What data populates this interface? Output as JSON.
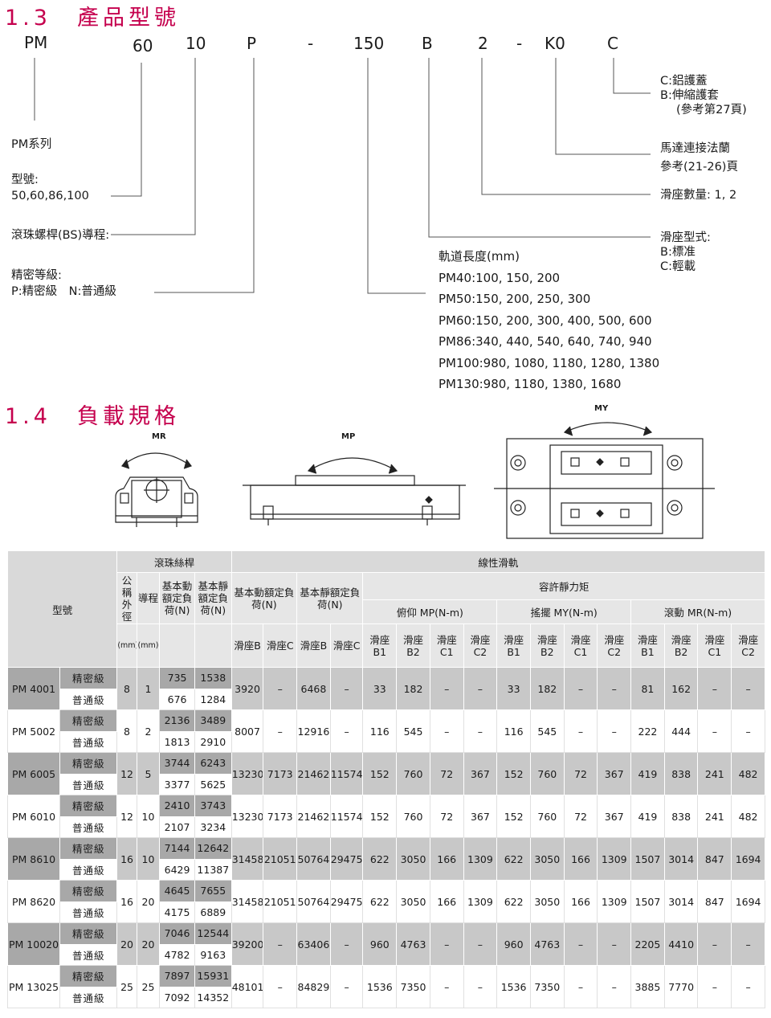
{
  "sec13": {
    "title": "1.3　產品型號"
  },
  "model_code": {
    "parts": [
      "PM",
      "60",
      "10",
      "P",
      "-",
      "150",
      "B",
      "2",
      "-",
      "K0",
      "C"
    ]
  },
  "left_labels": {
    "series": "PM系列",
    "model_a": "型號:",
    "model_b": "50,60,86,100",
    "lead": "滾珠螺桿(BS)導程:",
    "precision_a": "精密等級:",
    "precision_b": "P:精密級　N:普通級"
  },
  "right_labels": {
    "cover_1": "C:鋁護蓋",
    "cover_2": "B:伸縮護套",
    "cover_3": "(參考第27頁)",
    "motor_1": "馬達連接法蘭",
    "motor_2": "參考(21-26)頁",
    "qty": "滑座數量: 1, 2",
    "type_1": "滑座型式:",
    "type_2": "B:標准",
    "type_3": "C:輕載"
  },
  "rail_length": {
    "title": "軌道長度(mm)",
    "rows": [
      "PM40:100, 150, 200",
      "PM50:150, 200, 250, 300",
      "PM60:150, 200, 300, 400, 500, 600",
      "PM86:340, 440, 540, 640, 740, 940",
      "PM100:980, 1080, 1180, 1280, 1380",
      "PM130:980, 1180, 1380, 1680"
    ]
  },
  "sec14": {
    "title": "1.4　負載規格"
  },
  "diagrams": {
    "mr": "MR",
    "mp": "MP",
    "my": "MY"
  },
  "table": {
    "model": "型號",
    "ballscrew": "滾珠絲桿",
    "linear": "線性滑軌",
    "nominal_dia": "公稱外徑",
    "lead": "導程",
    "mm": "(mm)",
    "dyn": "基本動額定負荷(N)",
    "stat": "基本靜額定負荷(N)",
    "lin_dyn": "基本動額定負荷(N)",
    "lin_stat": "基本靜額定負荷(N)",
    "moment": "容許靜力矩",
    "mp": "俯仰 MP(N-m)",
    "my": "搖擺 MY(N-m)",
    "mr": "滾動 MR(N-m)",
    "slide_b": "滑座B",
    "slide_c": "滑座C",
    "slide_b1": "滑座B1",
    "slide_b2": "滑座B2",
    "slide_c1": "滑座C1",
    "slide_c2": "滑座C2",
    "grade_p": "精密級",
    "grade_n": "普通級",
    "rows": [
      {
        "model": "PM 4001",
        "dia": "8",
        "lead": "1",
        "dyn_p": "735",
        "stat_p": "1538",
        "dyn_n": "676",
        "stat_n": "1284",
        "ld_b": "3920",
        "ld_c": "–",
        "ls_b": "6468",
        "ls_c": "–",
        "mp": [
          "33",
          "182",
          "–",
          "–"
        ],
        "my": [
          "33",
          "182",
          "–",
          "–"
        ],
        "mr": [
          "81",
          "162",
          "–",
          "–"
        ]
      },
      {
        "model": "PM 5002",
        "dia": "8",
        "lead": "2",
        "dyn_p": "2136",
        "stat_p": "3489",
        "dyn_n": "1813",
        "stat_n": "2910",
        "ld_b": "8007",
        "ld_c": "–",
        "ls_b": "12916",
        "ls_c": "–",
        "mp": [
          "116",
          "545",
          "–",
          "–"
        ],
        "my": [
          "116",
          "545",
          "–",
          "–"
        ],
        "mr": [
          "222",
          "444",
          "–",
          "–"
        ]
      },
      {
        "model": "PM 6005",
        "dia": "12",
        "lead": "5",
        "dyn_p": "3744",
        "stat_p": "6243",
        "dyn_n": "3377",
        "stat_n": "5625",
        "ld_b": "13230",
        "ld_c": "7173",
        "ls_b": "21462",
        "ls_c": "11574",
        "mp": [
          "152",
          "760",
          "72",
          "367"
        ],
        "my": [
          "152",
          "760",
          "72",
          "367"
        ],
        "mr": [
          "419",
          "838",
          "241",
          "482"
        ]
      },
      {
        "model": "PM 6010",
        "dia": "12",
        "lead": "10",
        "dyn_p": "2410",
        "stat_p": "3743",
        "dyn_n": "2107",
        "stat_n": "3234",
        "ld_b": "13230",
        "ld_c": "7173",
        "ls_b": "21462",
        "ls_c": "11574",
        "mp": [
          "152",
          "760",
          "72",
          "367"
        ],
        "my": [
          "152",
          "760",
          "72",
          "367"
        ],
        "mr": [
          "419",
          "838",
          "241",
          "482"
        ]
      },
      {
        "model": "PM 8610",
        "dia": "16",
        "lead": "10",
        "dyn_p": "7144",
        "stat_p": "12642",
        "dyn_n": "6429",
        "stat_n": "11387",
        "ld_b": "31458",
        "ld_c": "21051",
        "ls_b": "50764",
        "ls_c": "29475",
        "mp": [
          "622",
          "3050",
          "166",
          "1309"
        ],
        "my": [
          "622",
          "3050",
          "166",
          "1309"
        ],
        "mr": [
          "1507",
          "3014",
          "847",
          "1694"
        ]
      },
      {
        "model": "PM 8620",
        "dia": "16",
        "lead": "20",
        "dyn_p": "4645",
        "stat_p": "7655",
        "dyn_n": "4175",
        "stat_n": "6889",
        "ld_b": "31458",
        "ld_c": "21051",
        "ls_b": "50764",
        "ls_c": "29475",
        "mp": [
          "622",
          "3050",
          "166",
          "1309"
        ],
        "my": [
          "622",
          "3050",
          "166",
          "1309"
        ],
        "mr": [
          "1507",
          "3014",
          "847",
          "1694"
        ]
      },
      {
        "model": "PM 10020",
        "dia": "20",
        "lead": "20",
        "dyn_p": "7046",
        "stat_p": "12544",
        "dyn_n": "4782",
        "stat_n": "9163",
        "ld_b": "39200",
        "ld_c": "–",
        "ls_b": "63406",
        "ls_c": "–",
        "mp": [
          "960",
          "4763",
          "–",
          "–"
        ],
        "my": [
          "960",
          "4763",
          "–",
          "–"
        ],
        "mr": [
          "2205",
          "4410",
          "–",
          "–"
        ]
      },
      {
        "model": "PM 13025",
        "dia": "25",
        "lead": "25",
        "dyn_p": "7897",
        "stat_p": "15931",
        "dyn_n": "7092",
        "stat_n": "14352",
        "ld_b": "48101",
        "ld_c": "–",
        "ls_b": "84829",
        "ls_c": "–",
        "mp": [
          "1536",
          "7350",
          "–",
          "–"
        ],
        "my": [
          "1536",
          "7350",
          "–",
          "–"
        ],
        "mr": [
          "3885",
          "7770",
          "–",
          "–"
        ]
      }
    ]
  }
}
